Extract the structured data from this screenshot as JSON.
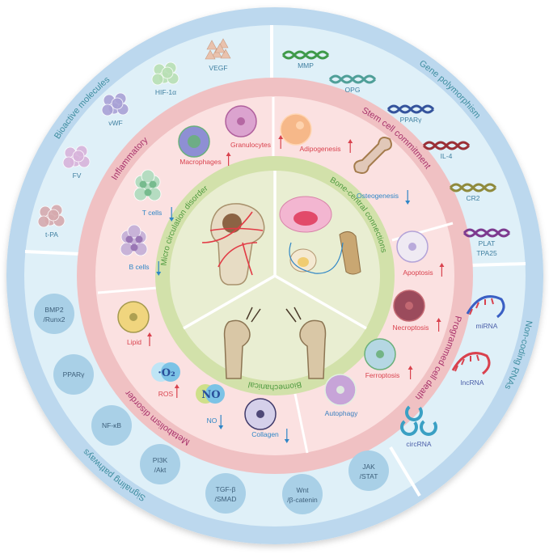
{
  "rings": {
    "outer": {
      "bioactive": "Bioactive molecules",
      "gene": "Gene polymorphism",
      "noncoding": "Non-coding RNAs",
      "signaling": "Signaling pathways"
    },
    "middle": {
      "inflammatory": "Inflammatory",
      "stemcell": "Stem cell commitment",
      "celldeath": "Programmed cell death",
      "metabolism": "Metabolism disorder"
    },
    "inner": {
      "micro": "Micro circulation disorder",
      "bonecentral": "Bone-central connections",
      "biomech": "Biomechanical"
    }
  },
  "bioactive_molecules": [
    {
      "id": "vegf",
      "label": "VEGF",
      "icon": "triangle-cluster-icon",
      "color": "#e9c2ad"
    },
    {
      "id": "hif",
      "label": "HIF-1α",
      "icon": "polygon-cluster-icon",
      "color": "#b9e0b5"
    },
    {
      "id": "vwf",
      "label": "vWF",
      "icon": "sphere-cluster-icon",
      "color": "#a9a2d6"
    },
    {
      "id": "fv",
      "label": "FV",
      "icon": "polygon-cluster-icon",
      "color": "#d8b4db"
    },
    {
      "id": "tpa",
      "label": "t-PA",
      "icon": "star-cluster-icon",
      "color": "#d6aaae"
    }
  ],
  "genes": [
    {
      "id": "mmp",
      "label": "MMP",
      "color": "#3f9a4a"
    },
    {
      "id": "opg",
      "label": "OPG",
      "color": "#4f9f98"
    },
    {
      "id": "ppar",
      "label": "PPARγ",
      "color": "#34539c"
    },
    {
      "id": "il4",
      "label": "IL-4",
      "color": "#9a2f36"
    },
    {
      "id": "cr2",
      "label": "CR2",
      "color": "#8f8a3c"
    },
    {
      "id": "plat",
      "label": "PLAT",
      "label2": "TPA25",
      "color": "#7d3a8f"
    }
  ],
  "noncoding": [
    {
      "id": "mirna",
      "label": "miRNA",
      "icon": "mirna-icon"
    },
    {
      "id": "lncrna",
      "label": "lncRNA",
      "icon": "lncrna-icon"
    },
    {
      "id": "circrna",
      "label": "circRNA",
      "icon": "circrna-icon"
    }
  ],
  "pathways": [
    {
      "id": "bmp2",
      "label": "BMP2",
      "label2": "/Runx2"
    },
    {
      "id": "pparg",
      "label": "PPARγ",
      "label2": ""
    },
    {
      "id": "nfkb",
      "label": "NF-κB",
      "label2": ""
    },
    {
      "id": "pi3k",
      "label": "PI3K",
      "label2": "/Akt"
    },
    {
      "id": "tgfb",
      "label": "TGF-β",
      "label2": "/SMAD"
    },
    {
      "id": "wnt",
      "label": "Wnt",
      "label2": "/β-catenin"
    },
    {
      "id": "jak",
      "label": "JAK",
      "label2": "/STAT"
    }
  ],
  "middle_items": [
    {
      "id": "macro",
      "label": "Macrophages",
      "trend": "up",
      "icon": "macrophage-icon",
      "fill": "#8e8fd4",
      "accent": "#6ab07d"
    },
    {
      "id": "gran",
      "label": "Granulocytes",
      "trend": "up",
      "icon": "granulocyte-icon",
      "fill": "#dba3cf",
      "accent": "#b0609d"
    },
    {
      "id": "adipo",
      "label": "Adipogenesis",
      "trend": "up",
      "icon": "adipocyte-icon",
      "fill": "#f6b889",
      "accent": "#ffd6b3"
    },
    {
      "id": "osteo",
      "label": "Osteogenesis",
      "trend": "down",
      "icon": "bone-icon",
      "fill": "#e1c8b8",
      "accent": "#a47b4c"
    },
    {
      "id": "apop",
      "label": "Apoptosis",
      "trend": "up",
      "icon": "apoptotic-cell-icon",
      "fill": "#efeaf3",
      "accent": "#b3a3d8"
    },
    {
      "id": "necro",
      "label": "Necroptosis",
      "trend": "up",
      "icon": "necrotic-cell-icon",
      "fill": "#9b4b5c",
      "accent": "#c66b74"
    },
    {
      "id": "ferro",
      "label": "Ferroptosis",
      "trend": "up",
      "icon": "ferroptotic-cell-icon",
      "fill": "#b5d7e3",
      "accent": "#6bb07a"
    },
    {
      "id": "auto",
      "label": "Autophagy",
      "trend": "none",
      "icon": "autophagy-cell-icon",
      "fill": "#c7a4d8",
      "accent": "#e1f0e0"
    },
    {
      "id": "coll",
      "label": "Collagen",
      "trend": "down",
      "icon": "collagen-icon",
      "fill": "#d5d0ea",
      "accent": "#403a6a"
    },
    {
      "id": "no",
      "label": "NO",
      "trend": "down",
      "icon": "no-molecule-icon",
      "fill": "#7cc3e6",
      "accent": "#cfe08a",
      "symbol": "NO"
    },
    {
      "id": "ros",
      "label": "ROS",
      "trend": "up",
      "icon": "oxygen-molecule-icon",
      "fill": "#7cc3e6",
      "accent": "#bfe5f5",
      "symbol": "·O₂"
    },
    {
      "id": "lipid",
      "label": "Lipid",
      "trend": "up",
      "icon": "lipid-cell-icon",
      "fill": "#f0d57e",
      "accent": "#a59a4e"
    },
    {
      "id": "tcell",
      "label": "T cells",
      "trend": "down",
      "icon": "t-cell-cluster-icon",
      "fill": "#b5dcc1",
      "accent": "#77bb8e"
    },
    {
      "id": "bcell",
      "label": "B cells",
      "trend": "down",
      "icon": "b-cell-cluster-icon",
      "fill": "#c8b3d8",
      "accent": "#9a77b5"
    }
  ],
  "colors": {
    "outer_ring": "#bcd8ee",
    "outer_band": "#dff0f8",
    "middle_ring": "#f0c1c3",
    "middle_band": "#fbe1e1",
    "inner_ring": "#d2e1aa",
    "inner_core": "#e9eed2",
    "up_arrow": "#d9424e",
    "down_arrow": "#2f86c6",
    "outer_text": "#3f8ea0",
    "middle_text": "#a8326b",
    "inner_text": "#4f9a3f",
    "pathway_circle": "#a9d0e7"
  }
}
